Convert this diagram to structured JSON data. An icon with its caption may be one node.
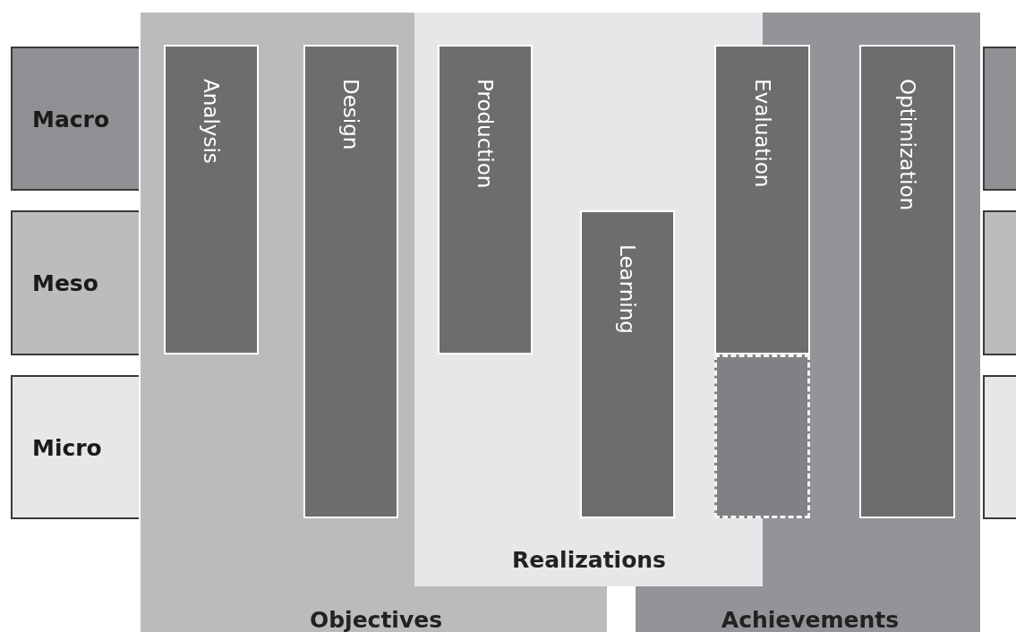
{
  "diagram": {
    "nodes": [
      {
        "text": [
          "Macro"
        ]
      },
      {
        "text": [
          "Meso"
        ]
      },
      {
        "text": [
          "Micro"
        ]
      },
      {
        "text": [
          "Objectives"
        ]
      },
      {
        "text": [
          "Analysis"
        ],
        "in": 3
      },
      {
        "text": [
          "Design"
        ],
        "in": 3
      },
      {
        "text": [
          "Realizations"
        ]
      },
      {
        "text": [
          "Production"
        ],
        "in": 6
      },
      {
        "text": [
          "Learning"
        ],
        "in": 6
      },
      {
        "text": [
          "Achievements"
        ]
      },
      {
        "text": [
          "Evaluation"
        ]
      },
      {
        "text": [],
        "shape": "box"
      },
      {
        "text": [
          "Optimization"
        ],
        "in": 9
      },
      {
        "text": [],
        "shape": "box"
      },
      {
        "text": [],
        "shape": "box"
      },
      {
        "text": [],
        "shape": "box"
      }
    ]
  }
}
